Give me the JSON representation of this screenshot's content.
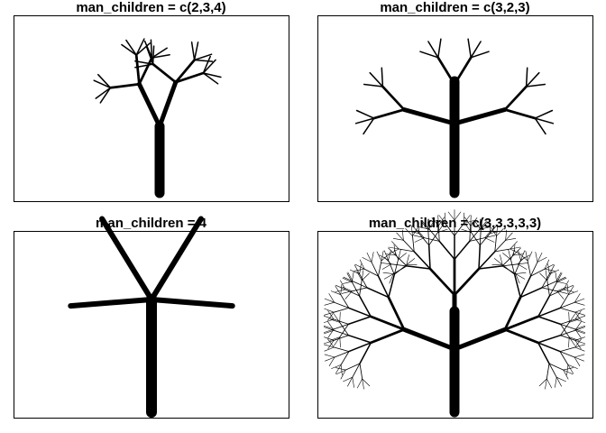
{
  "panels": [
    {
      "title": "man_children = c(2,3,4)",
      "children": [
        2,
        3,
        4
      ]
    },
    {
      "title": "man_children = c(3,2,3)",
      "children": [
        3,
        2,
        3
      ]
    },
    {
      "title": "man_children = 4",
      "children": [
        4
      ]
    },
    {
      "title": "man_children = c(3,3,3,3,3)",
      "children": [
        3,
        3,
        3,
        3,
        3
      ]
    }
  ],
  "colors": {
    "stroke": "#000000",
    "background": "#ffffff"
  }
}
